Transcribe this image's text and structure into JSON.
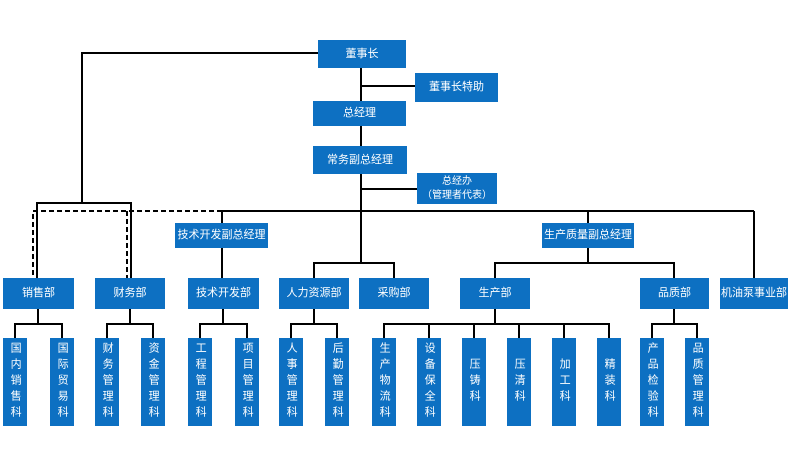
{
  "palette": {
    "node_fill": "#0d70c2",
    "node_text": "#ffffff",
    "line": "#000000",
    "background": "#ffffff"
  },
  "nodes": {
    "chairman": {
      "label": "董事长"
    },
    "chairman_assistant": {
      "label": "董事长特助"
    },
    "general_manager": {
      "label": "总经理"
    },
    "executive_deputy_gm": {
      "label": "常务副总经理"
    },
    "gm_office": {
      "label": "总经办",
      "sublabel": "（管理者代表）"
    },
    "tech_deputy_gm": {
      "label": "技术开发副总经理"
    },
    "quality_deputy_gm": {
      "label": "生产质量副总经理"
    },
    "sales": {
      "label": "销售部"
    },
    "finance": {
      "label": "财务部"
    },
    "tech_dev": {
      "label": "技术开发部"
    },
    "hr": {
      "label": "人力资源部"
    },
    "purchasing": {
      "label": "采购部"
    },
    "production": {
      "label": "生产部"
    },
    "quality": {
      "label": "品质部"
    },
    "oil_pump": {
      "label": "机油泵事业部"
    },
    "domestic_sales": {
      "label": "国内销售科"
    },
    "intl_trade": {
      "label": "国际贸易科"
    },
    "finance_mgmt": {
      "label": "财务管理科"
    },
    "funds_mgmt": {
      "label": "资金管理科"
    },
    "engineering_mgmt": {
      "label": "工程管理科"
    },
    "project_mgmt": {
      "label": "项目管理科"
    },
    "personnel_mgmt": {
      "label": "人事管理科"
    },
    "logistics_mgmt": {
      "label": "后勤管理科"
    },
    "production_logistics": {
      "label": "生产物流科"
    },
    "equipment_maintenance": {
      "label": "设备保全科"
    },
    "die_casting": {
      "label": "压铸科"
    },
    "pressure_cleaning": {
      "label": "压清科"
    },
    "machining": {
      "label": "加工科"
    },
    "finishing": {
      "label": "精装科"
    },
    "product_inspection": {
      "label": "产品检验科"
    },
    "quality_mgmt": {
      "label": "品质管理科"
    }
  },
  "edges": [
    {
      "from": "chairman",
      "to": "chairman_assistant",
      "style": "solid"
    },
    {
      "from": "chairman",
      "to": "general_manager",
      "style": "solid"
    },
    {
      "from": "chairman",
      "to": "sales",
      "style": "solid"
    },
    {
      "from": "chairman",
      "to": "finance",
      "style": "solid"
    },
    {
      "from": "general_manager",
      "to": "executive_deputy_gm",
      "style": "solid"
    },
    {
      "from": "executive_deputy_gm",
      "to": "gm_office",
      "style": "solid"
    },
    {
      "from": "executive_deputy_gm",
      "to": "sales",
      "style": "dashed"
    },
    {
      "from": "executive_deputy_gm",
      "to": "finance",
      "style": "dashed"
    },
    {
      "from": "executive_deputy_gm",
      "to": "tech_deputy_gm",
      "style": "solid"
    },
    {
      "from": "executive_deputy_gm",
      "to": "hr",
      "style": "solid"
    },
    {
      "from": "executive_deputy_gm",
      "to": "purchasing",
      "style": "solid"
    },
    {
      "from": "executive_deputy_gm",
      "to": "quality_deputy_gm",
      "style": "solid"
    },
    {
      "from": "executive_deputy_gm",
      "to": "oil_pump",
      "style": "solid"
    },
    {
      "from": "tech_deputy_gm",
      "to": "tech_dev",
      "style": "solid"
    },
    {
      "from": "quality_deputy_gm",
      "to": "production",
      "style": "solid"
    },
    {
      "from": "quality_deputy_gm",
      "to": "quality",
      "style": "solid"
    },
    {
      "from": "sales",
      "to": "domestic_sales",
      "style": "solid"
    },
    {
      "from": "sales",
      "to": "intl_trade",
      "style": "solid"
    },
    {
      "from": "finance",
      "to": "finance_mgmt",
      "style": "solid"
    },
    {
      "from": "finance",
      "to": "funds_mgmt",
      "style": "solid"
    },
    {
      "from": "tech_dev",
      "to": "engineering_mgmt",
      "style": "solid"
    },
    {
      "from": "tech_dev",
      "to": "project_mgmt",
      "style": "solid"
    },
    {
      "from": "hr",
      "to": "personnel_mgmt",
      "style": "solid"
    },
    {
      "from": "hr",
      "to": "logistics_mgmt",
      "style": "solid"
    },
    {
      "from": "production",
      "to": "production_logistics",
      "style": "solid"
    },
    {
      "from": "production",
      "to": "equipment_maintenance",
      "style": "solid"
    },
    {
      "from": "production",
      "to": "die_casting",
      "style": "solid"
    },
    {
      "from": "production",
      "to": "pressure_cleaning",
      "style": "solid"
    },
    {
      "from": "production",
      "to": "machining",
      "style": "solid"
    },
    {
      "from": "production",
      "to": "finishing",
      "style": "solid"
    },
    {
      "from": "quality",
      "to": "product_inspection",
      "style": "solid"
    },
    {
      "from": "quality",
      "to": "quality_mgmt",
      "style": "solid"
    }
  ]
}
